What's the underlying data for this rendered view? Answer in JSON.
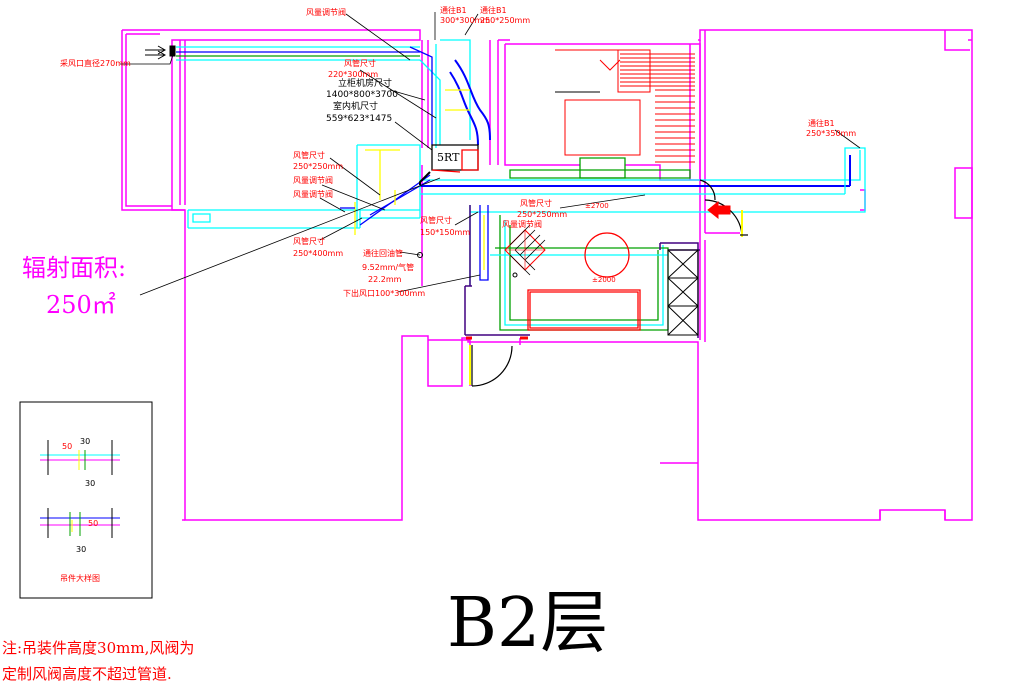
{
  "labels": {
    "air_damper_top": "风量调节阀",
    "vent_top1": "通往B1",
    "vent_top1_size": "300*300mm",
    "vent_top2": "通往B1",
    "vent_top2_size": "250*250mm",
    "fresh_air_intake": "采风口直径270mm",
    "duct_size_a": "风管尺寸",
    "duct_size_a_val": "220*300mm",
    "ahu_size_title": "立柜机房尺寸",
    "ahu_size": "1400*800*3700",
    "indoor_unit_title": "室内机尺寸",
    "indoor_unit_size": "559*623*1475",
    "unit_tag": "5RT",
    "duct_size_b": "风管尺寸",
    "duct_size_b_val": "250*250mm",
    "damper_b": "风量调节阀",
    "damper_c": "风量调节阀",
    "duct_size_c": "风管尺寸",
    "duct_size_c_val": "250*400mm",
    "vent_right": "通往B1",
    "vent_right_size": "250*350mm",
    "duct_size_d": "风管尺寸",
    "duct_size_d_val": "250*250mm",
    "damper_d": "风量调节阀",
    "elev_a": "±2700",
    "duct_size_e": "风管尺寸",
    "duct_size_e_val": "150*150mm",
    "return_pipe": "通往回油管",
    "return_pipe_spec": "9.52mm/气管",
    "return_pipe_spec2": "22.2mm",
    "bottom_outlet": "下出风口100*300mm",
    "elev_b": "±2000"
  },
  "radiation": {
    "title": "辐射面积:",
    "value": "250㎡"
  },
  "detail": {
    "dim_top_1": "30",
    "dim_top_2": "50",
    "dim_top_3": "30",
    "dim_bot_1": "50",
    "dim_bot_2": "30",
    "caption": "吊件大样图"
  },
  "floor_label": "B2层",
  "note": {
    "line1": "注:吊装件高度30mm,风阀为",
    "line2": "定制风阀高度不超过管道."
  }
}
